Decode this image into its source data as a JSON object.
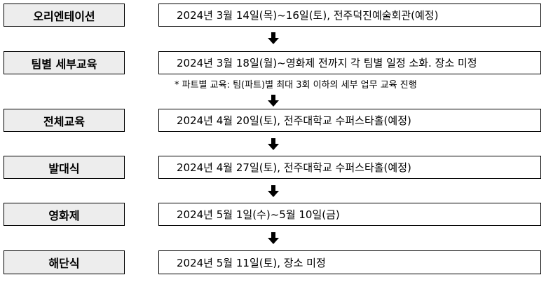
{
  "steps": [
    {
      "label": "오리엔테이션",
      "detail": "2024년  3월  14일(목)~16일(토),  전주덕진예술회관(예정)"
    },
    {
      "label": "팀별  세부교육",
      "detail": "2024년  3월  18일(월)~영화제  전까지  각  팀별  일정  소화.  장소  미정"
    },
    {
      "label": "전체교육",
      "detail": "2024년  4월  20일(토),  전주대학교  수퍼스타홀(예정)"
    },
    {
      "label": "발대식",
      "detail": "2024년  4월  27일(토),  전주대학교  수퍼스타홀(예정)"
    },
    {
      "label": "영화제",
      "detail": "2024년  5월  1일(수)~5월  10일(금)"
    },
    {
      "label": "해단식",
      "detail": "2024년  5월  11일(토),  장소  미정"
    }
  ],
  "note": "*  파트별  교육:  팀(파트)별  최대  3회  이하의  세부  업무  교육  진행",
  "colors": {
    "label_bg": "#ededed",
    "border": "#000000",
    "arrow": "#000000"
  }
}
